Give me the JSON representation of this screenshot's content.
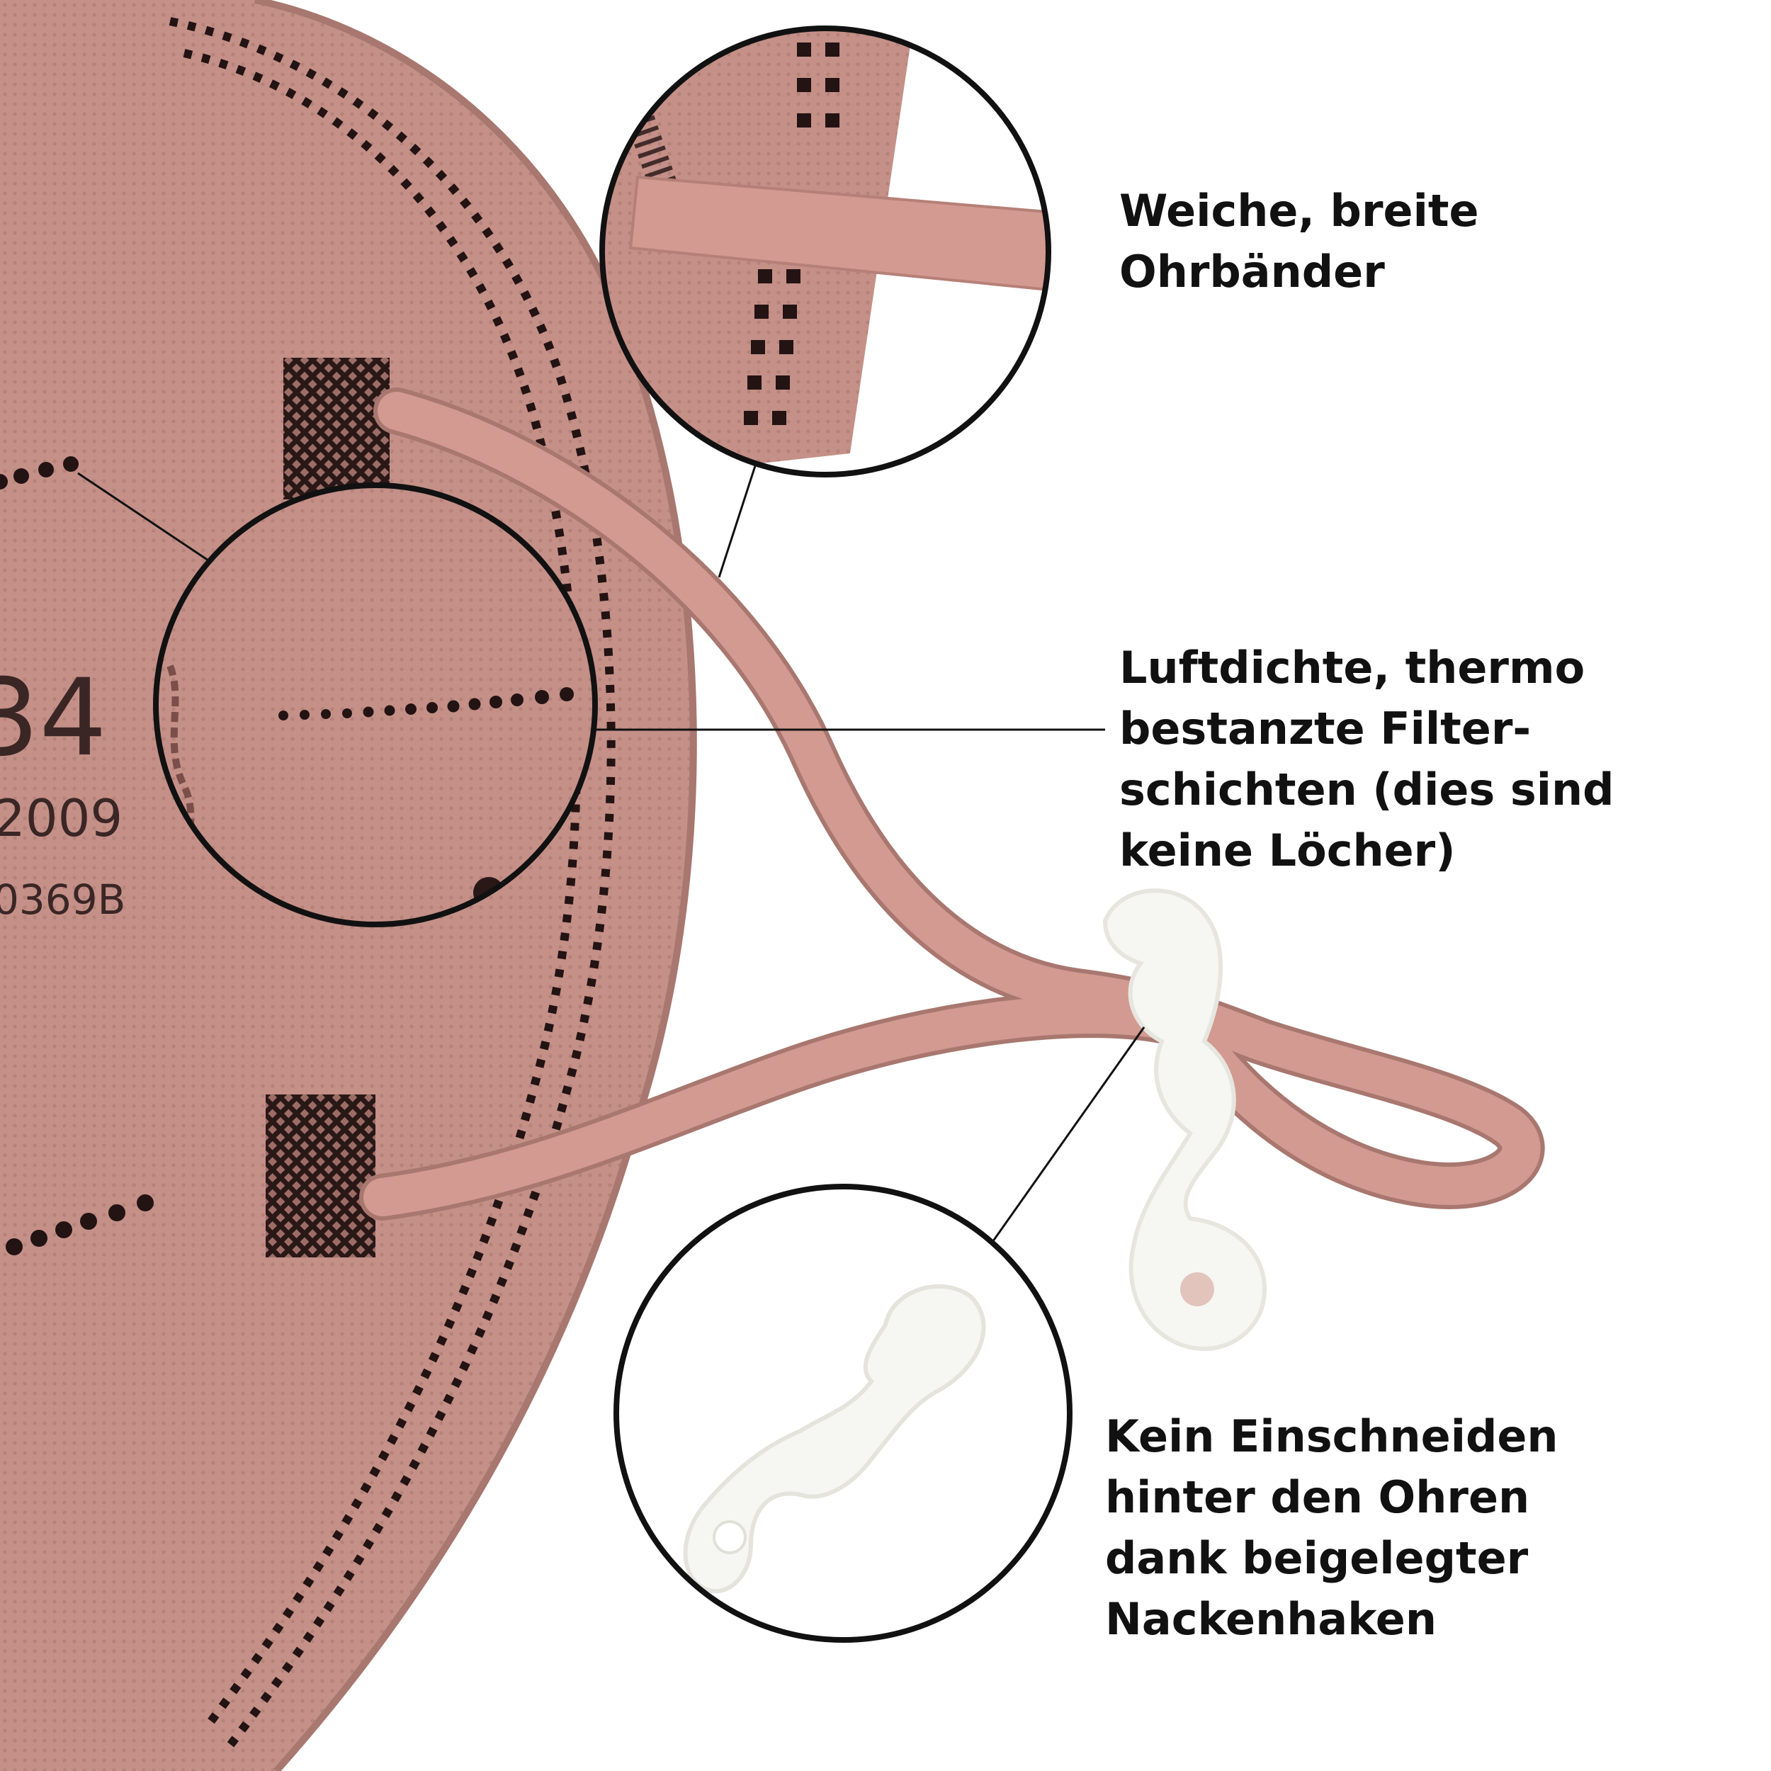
{
  "colors": {
    "mask": "#c49088",
    "mask_shadow": "#a8776f",
    "strap": "#d29a90",
    "dot": "#231313",
    "hook": "#f6f6f2",
    "text": "#111111"
  },
  "mask_print": {
    "model_fragment": "34",
    "year_fragment": "2009",
    "code_fragment": "0369B"
  },
  "callouts": {
    "ear_straps": [
      "Weiche, breite",
      "Ohrbänder"
    ],
    "filter_layers": [
      "Luftdichte, thermo",
      "bestanzte Filter-",
      "schichten (dies sind",
      "keine Löcher)"
    ],
    "neck_hook": [
      "Kein Einschneiden",
      "hinter den Ohren",
      "dank beigelegter",
      "Nackenhaken"
    ]
  }
}
